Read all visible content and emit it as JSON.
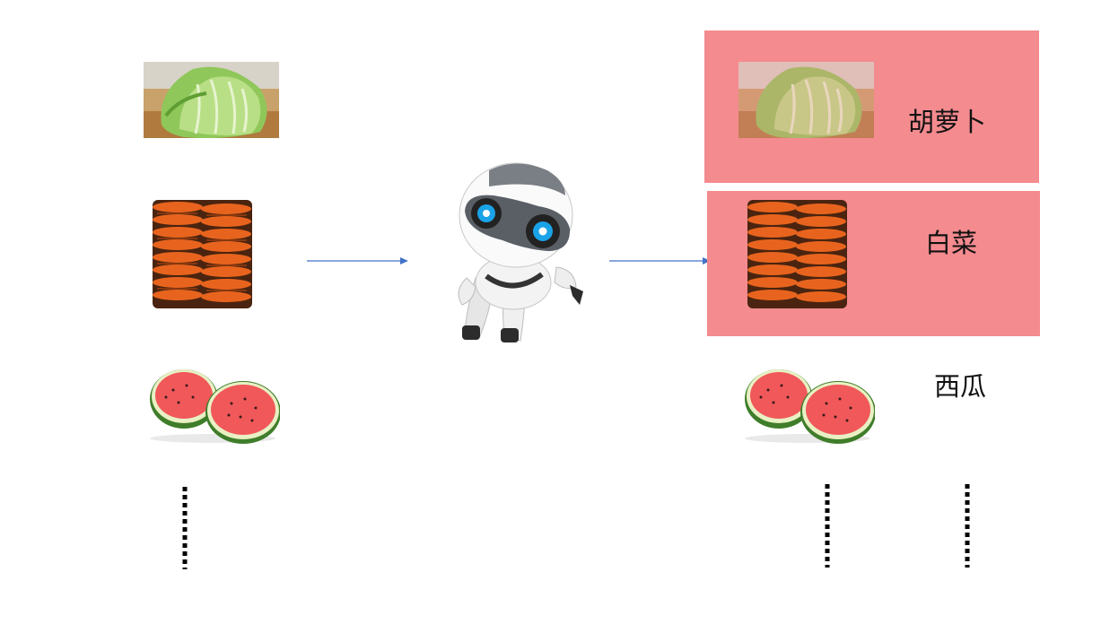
{
  "labels": {
    "row1": "胡萝卜",
    "row2": "白菜",
    "row3": "西瓜"
  },
  "items": [
    {
      "name": "cabbage",
      "image": "cabbage-photo"
    },
    {
      "name": "carrot",
      "image": "carrots-photo"
    },
    {
      "name": "watermelon",
      "image": "watermelon-photo"
    }
  ],
  "colors": {
    "highlight": "#f48b8f",
    "arrow": "#4472c4",
    "robot_eye": "#1aa3e8"
  }
}
